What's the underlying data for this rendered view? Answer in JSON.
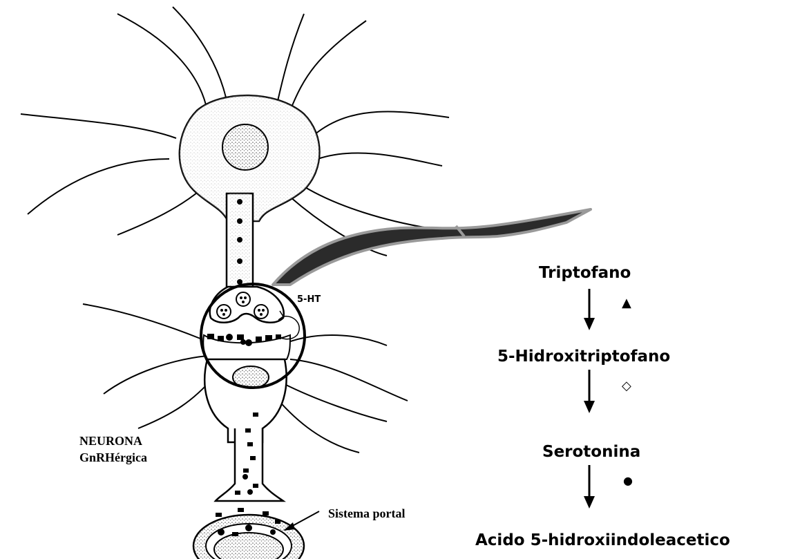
{
  "neuron_diagram": {
    "label_5ht": "5-HT",
    "neuron_label_line1": "NEURONA",
    "neuron_label_line2": "GnRHérgica",
    "portal_label": "Sistema portal"
  },
  "pathway": {
    "steps": [
      {
        "name": "Triptofano",
        "marker": "▲",
        "marker_icon": "triangle-icon"
      },
      {
        "name": "5-Hidroxitriptofano",
        "marker": "◇",
        "marker_icon": "diamond-icon"
      },
      {
        "name": "Serotonina",
        "marker": "●",
        "marker_icon": "dot-icon"
      },
      {
        "name": "Acido 5-hidroxiindoleacetico"
      }
    ]
  },
  "colors": {
    "ink": "#000000",
    "arrow_fill": "#2b2b2b",
    "arrow_outline": "#9a9a9a",
    "stipple": "#555555"
  }
}
